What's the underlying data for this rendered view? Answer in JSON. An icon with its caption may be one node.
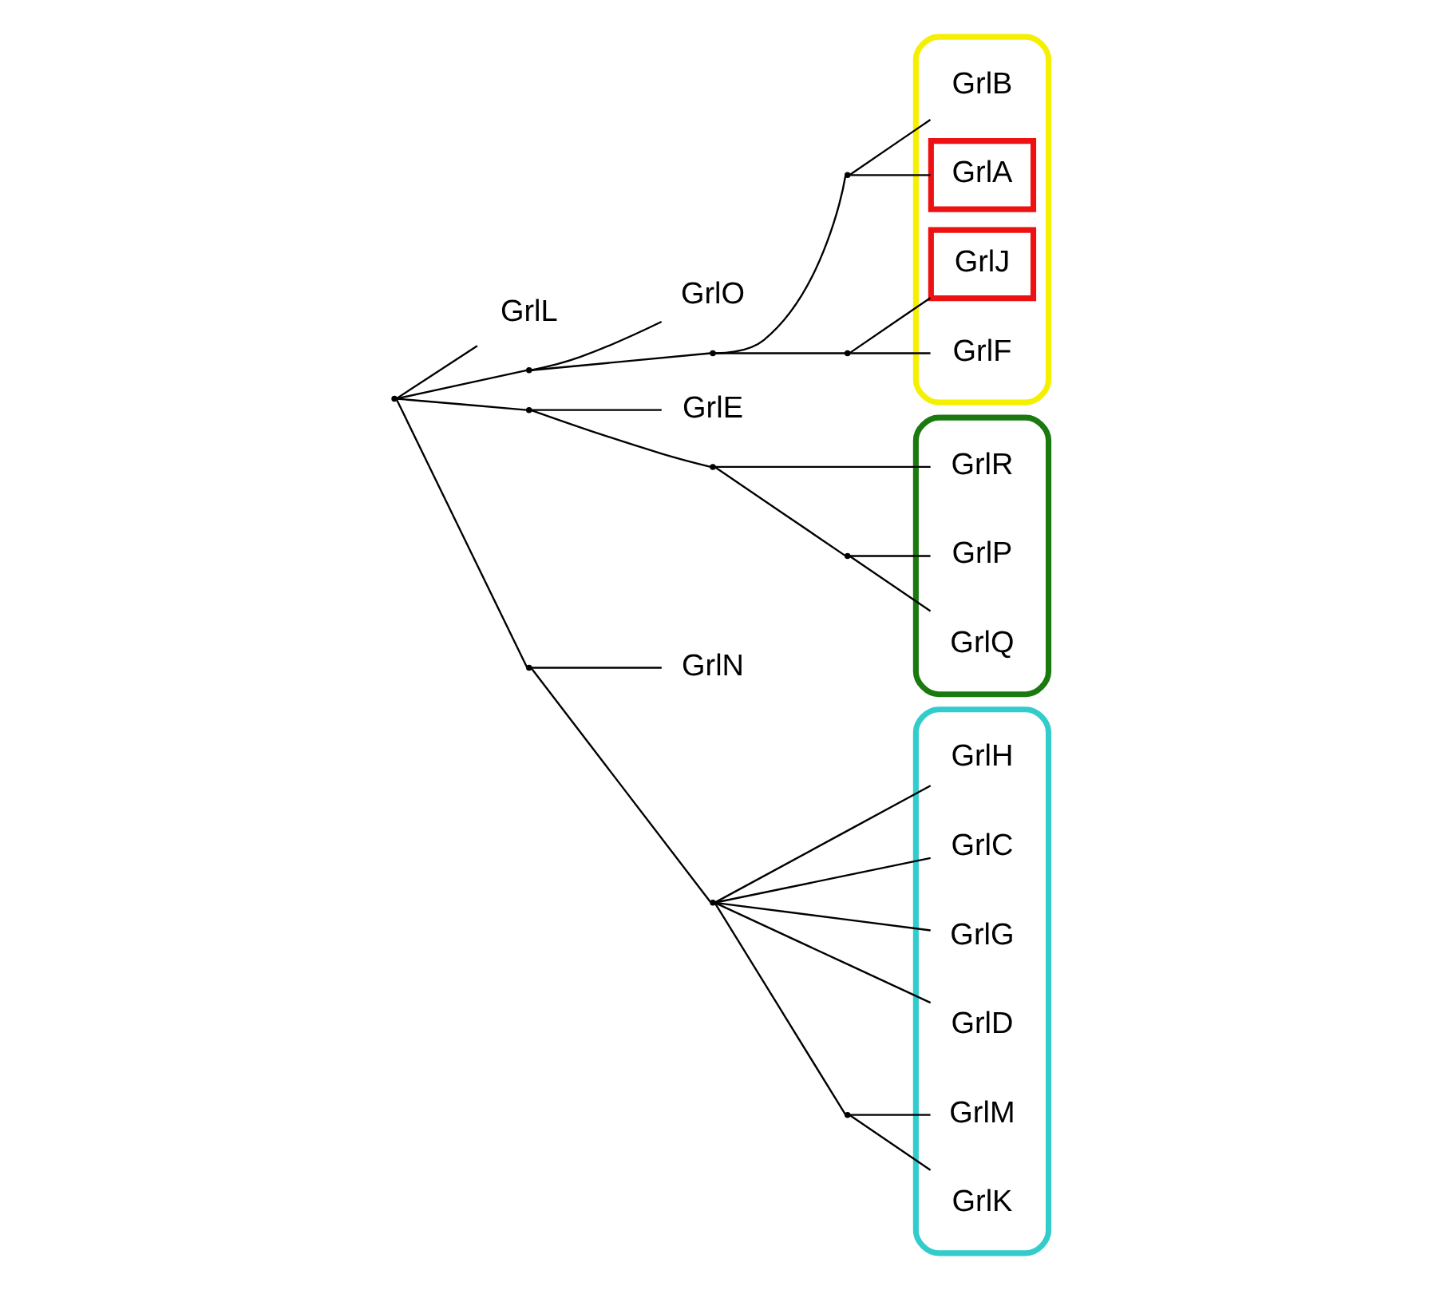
{
  "diagram": {
    "nodes": [
      {
        "text": [
          "GrlE"
        ]
      },
      {
        "text": [
          "GrlO"
        ]
      },
      {
        "text": [],
        "shape": "ellipse"
      },
      {
        "text": [
          "GrlJ"
        ],
        "in": 2
      },
      {
        "text": [
          "GrlF"
        ],
        "in": 2
      },
      {
        "text": [
          "GrlB"
        ],
        "in": 2
      },
      {
        "text": [
          "GrlA"
        ],
        "in": 2
      },
      {
        "text": [],
        "shape": "ellipse"
      },
      {
        "text": [
          "GrlP"
        ],
        "in": 7
      },
      {
        "text": [
          "GrlQ"
        ],
        "in": 7
      },
      {
        "text": [
          "GrlR"
        ],
        "in": 7
      },
      {
        "text": [
          "GrlL"
        ]
      },
      {
        "text": [
          "GrlN"
        ]
      },
      {
        "text": [],
        "shape": "ellipse"
      },
      {
        "text": [
          "GrlM"
        ],
        "in": 13
      },
      {
        "text": [
          "GrlK"
        ],
        "in": 13
      },
      {
        "text": [
          "GrlH"
        ],
        "in": 13
      },
      {
        "text": [
          "GrlC"
        ],
        "in": 13
      },
      {
        "text": [
          "GrlG"
        ],
        "in": 13
      },
      {
        "text": [
          "GrlD"
        ],
        "in": 13
      },
      {
        "text": [],
        "shape": "point"
      },
      {
        "text": [],
        "shape": "point"
      },
      {
        "text": [],
        "shape": "point"
      },
      {
        "text": [],
        "shape": "point"
      },
      {
        "text": [],
        "shape": "point"
      },
      {
        "text": [],
        "shape": "point"
      },
      {
        "text": [],
        "shape": "point"
      },
      {
        "text": [],
        "shape": "point"
      },
      {
        "text": [],
        "shape": "point"
      },
      {
        "text": [],
        "shape": "point"
      },
      {
        "text": [],
        "shape": "point"
      }
    ],
    "edges": [
      {
        "from": 20,
        "to": 21,
        "arrow": "none"
      },
      {
        "from": 21,
        "to": 1,
        "arrow": "none"
      },
      {
        "from": 21,
        "to": 22,
        "arrow": "none"
      },
      {
        "from": 22,
        "to": 23,
        "arrow": "none"
      },
      {
        "from": 23,
        "to": 6,
        "arrow": "none"
      },
      {
        "from": 23,
        "to": 5,
        "arrow": "none"
      },
      {
        "from": 22,
        "to": 24,
        "arrow": "none"
      },
      {
        "from": 24,
        "to": 4,
        "arrow": "none"
      },
      {
        "from": 24,
        "to": 3,
        "arrow": "none"
      },
      {
        "from": 20,
        "to": 25,
        "arrow": "none"
      },
      {
        "from": 25,
        "to": 0,
        "arrow": "none"
      },
      {
        "from": 25,
        "to": 26,
        "arrow": "none"
      },
      {
        "from": 26,
        "to": 27,
        "arrow": "none"
      },
      {
        "from": 27,
        "to": 8,
        "arrow": "none"
      },
      {
        "from": 27,
        "to": 9,
        "arrow": "none"
      },
      {
        "from": 26,
        "to": 10,
        "arrow": "none"
      },
      {
        "from": 20,
        "to": 11,
        "arrow": "none"
      },
      {
        "from": 20,
        "to": 28,
        "arrow": "none"
      },
      {
        "from": 28,
        "to": 12,
        "arrow": "none"
      },
      {
        "from": 28,
        "to": 29,
        "arrow": "none"
      },
      {
        "from": 29,
        "to": 30,
        "arrow": "none"
      },
      {
        "from": 30,
        "to": 14,
        "arrow": "none"
      },
      {
        "from": 30,
        "to": 15,
        "arrow": "none"
      },
      {
        "from": 29,
        "to": 16,
        "arrow": "none"
      },
      {
        "from": 29,
        "to": 17,
        "arrow": "none"
      },
      {
        "from": 29,
        "to": 18,
        "arrow": "none"
      },
      {
        "from": 29,
        "to": 19,
        "arrow": "none"
      }
    ]
  }
}
